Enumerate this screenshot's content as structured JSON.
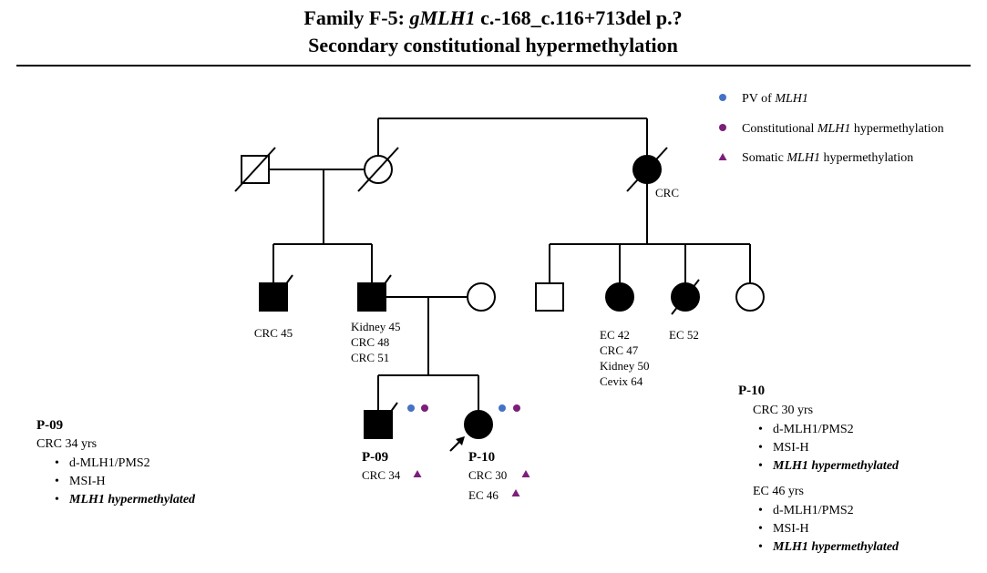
{
  "title": {
    "line1_prefix": "Family F-5: ",
    "line1_gene": "gMLH1",
    "line1_suffix": " c.-168_c.116+713del p.?",
    "line2": "Secondary constitutional hypermethylation"
  },
  "legend": {
    "items": [
      {
        "prefix": "PV of ",
        "italic": "MLH1",
        "suffix": ""
      },
      {
        "prefix": "Constitutional ",
        "italic": "MLH1",
        "suffix": " hypermethylation"
      },
      {
        "prefix": "Somatic ",
        "italic": "MLH1",
        "suffix": " hypermethylation"
      }
    ],
    "colors": {
      "pv": "#4472c4",
      "constitutional": "#7b1f7b",
      "somatic": "#7b1f7b"
    }
  },
  "pedigree": {
    "aunt_label": "CRC",
    "uncle_label": "CRC 45",
    "father_labels": [
      "Kidney 45",
      "CRC 48",
      "CRC 51"
    ],
    "cousin1_labels": [
      "EC 42",
      "CRC 47",
      "Kidney 50",
      "Cevix 64"
    ],
    "cousin2_labels": [
      "EC 52"
    ],
    "p09": {
      "id": "P-09",
      "labels": [
        "CRC 34"
      ]
    },
    "p10": {
      "id": "P-10",
      "labels": [
        "CRC 30",
        "EC 46"
      ]
    }
  },
  "left_panel": {
    "id": "P-09",
    "diagnosis": "CRC 34 yrs",
    "bullets": [
      "d-MLH1/PMS2",
      "MSI-H",
      "MLH1 hypermethylated"
    ]
  },
  "right_panel": {
    "id": "P-10",
    "diagnosis1": "CRC 30 yrs",
    "bullets1": [
      "d-MLH1/PMS2",
      "MSI-H",
      "MLH1 hypermethylated"
    ],
    "diagnosis2": "EC 46 yrs",
    "bullets2": [
      "d-MLH1/PMS2",
      "MSI-H",
      "MLH1 hypermethylated"
    ]
  }
}
